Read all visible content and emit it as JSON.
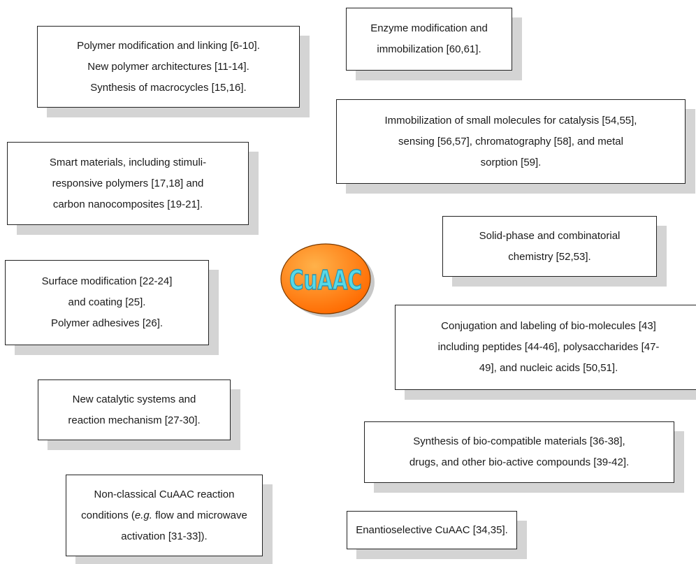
{
  "center": {
    "label": "CuAAC",
    "fill_outer": "#ff6a00",
    "fill_inner": "#ffb24a",
    "text_color": "#56d9e8",
    "text_stroke": "#2f8fa8"
  },
  "boxes": {
    "polymer": {
      "lines": [
        "Polymer modification and linking [6-10].",
        "New polymer architectures [11-14].",
        "Synthesis of macrocycles [15,16]."
      ]
    },
    "enzyme": {
      "lines": [
        "Enzyme modification and",
        "immobilization [60,61]."
      ]
    },
    "immobilization": {
      "lines": [
        "Immobilization of small molecules for catalysis [54,55],",
        "sensing [56,57], chromatography [58], and metal",
        "sorption [59]."
      ]
    },
    "smart": {
      "lines": [
        "Smart materials, including stimuli-",
        "responsive polymers [17,18] and",
        "carbon nanocomposites [19-21]."
      ]
    },
    "solid_phase": {
      "lines": [
        "Solid-phase and combinatorial",
        "chemistry [52,53]."
      ]
    },
    "surface": {
      "lines": [
        "Surface modification [22-24]",
        "and coating [25].",
        "Polymer adhesives [26]."
      ]
    },
    "conjugation": {
      "lines": [
        "Conjugation and labeling of bio-molecules [43]",
        "including peptides [44-46], polysaccharides [47-",
        "49], and nucleic acids [50,51]."
      ]
    },
    "catalytic": {
      "lines": [
        "New catalytic systems and",
        "reaction mechanism [27-30]."
      ]
    },
    "biocompatible": {
      "lines": [
        "Synthesis of bio-compatible materials [36-38],",
        "drugs, and other bio-active compounds [39-42]."
      ]
    },
    "nonclassical": {
      "line1": "Non-classical CuAAC reaction",
      "line2_pre": "conditions (",
      "line2_em": "e.g.",
      "line2_post": " flow and microwave",
      "line3": "activation [31-33])."
    },
    "enantio": {
      "lines": [
        "Enantioselective CuAAC [34,35]."
      ]
    }
  }
}
